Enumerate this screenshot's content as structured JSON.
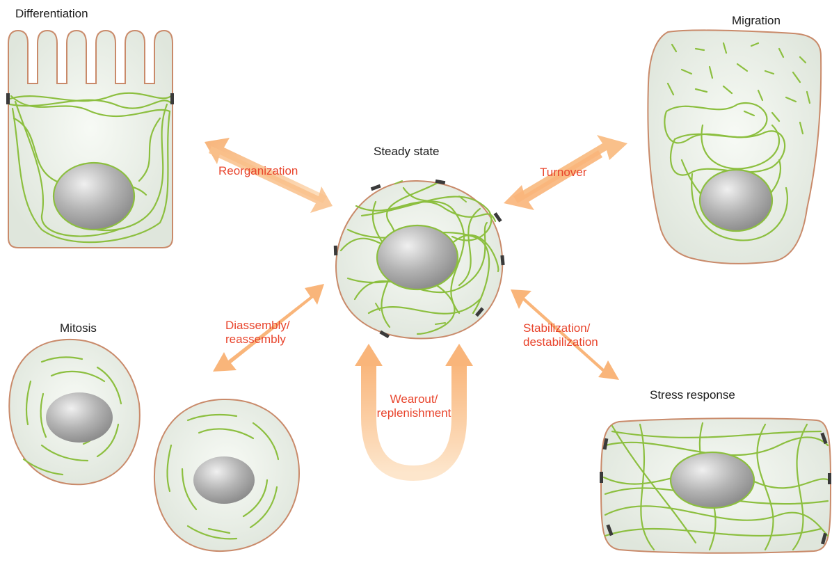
{
  "states": {
    "differentiation": "Differentiation",
    "migration": "Migration",
    "steady": "Steady state",
    "mitosis": "Mitosis",
    "stress": "Stress response"
  },
  "processes": {
    "reorganization": "Reorganization",
    "turnover": "Turnover",
    "disassembly_1": "Diassembly/",
    "disassembly_2": "reassembly",
    "stabilization_1": "Stabilization/",
    "stabilization_2": "destabilization",
    "wearout_1": "Wearout/",
    "wearout_2": "replenishment"
  },
  "colors": {
    "membrane": "#c98a6a",
    "cytoplasm": "#e9efe6",
    "filament": "#8cbf3f",
    "nucleus": "#a6a6a6",
    "junction": "#3a3a3a",
    "arrow": "#f9c08a",
    "process_text": "#e8442c"
  }
}
